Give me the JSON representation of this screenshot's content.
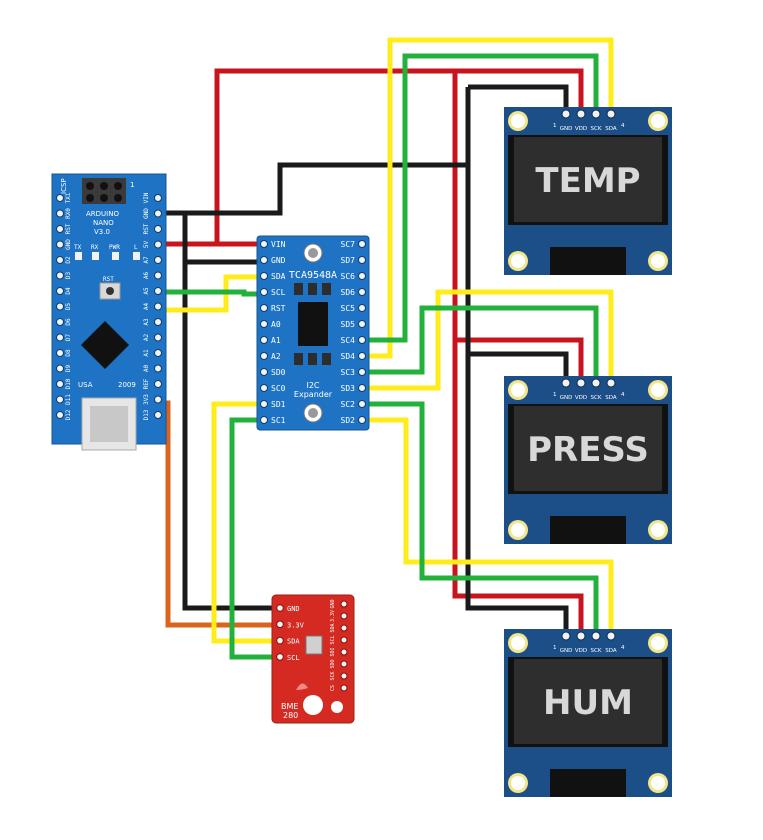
{
  "colors": {
    "wire_red": "#c8141e",
    "wire_black": "#1a1a1a",
    "wire_yellow": "#ffec1a",
    "wire_green": "#22b23c",
    "wire_orange": "#d9641e",
    "board_blue": "#1f73c4",
    "oled_blue": "#1c4f88",
    "sensor_red": "#d42a22"
  },
  "arduino": {
    "name": "ARDUINO NANO V3.0",
    "line1": "ARDUINO",
    "line2": "NANO",
    "line3": "V3.0",
    "icsp": "ICSP",
    "pin1": "1",
    "usa": "USA",
    "year": "2009",
    "rst": "RST",
    "tx": "TX",
    "rx": "RX",
    "pwr": "PWR",
    "l": "L",
    "left_pins": [
      "TX1",
      "RX0",
      "RST",
      "GND",
      "D2",
      "D3",
      "D4",
      "D5",
      "D6",
      "D7",
      "D8",
      "D9",
      "D10",
      "D11",
      "D12"
    ],
    "right_pins": [
      "VIN",
      "GND",
      "RST",
      "5V",
      "A7",
      "A6",
      "A5",
      "A4",
      "A3",
      "A2",
      "A1",
      "A0",
      "REF",
      "3V3",
      "D13"
    ]
  },
  "expander": {
    "chip": "TCA9548A",
    "subtitle1": "I2C",
    "subtitle2": "Expander",
    "left_pins": [
      "VIN",
      "GND",
      "SDA",
      "SCL",
      "RST",
      "A0",
      "A1",
      "A2",
      "SD0",
      "SC0",
      "SD1",
      "SC1"
    ],
    "right_pins": [
      "SC7",
      "SD7",
      "SC6",
      "SD6",
      "SC5",
      "SD5",
      "SC4",
      "SD4",
      "SC3",
      "SD3",
      "SC2",
      "SD2"
    ]
  },
  "sensor": {
    "name": "BME 280",
    "line1": "BME",
    "line2": "280",
    "left_pins": [
      "GND",
      "3.3V",
      "SDA",
      "SCL"
    ],
    "top_pins": [
      "GND",
      "3.3V",
      "SDA",
      "SCL",
      "SDI",
      "SDO",
      "SCK",
      "CS"
    ]
  },
  "displays": [
    {
      "label": "TEMP"
    },
    {
      "label": "PRESS"
    },
    {
      "label": "HUM"
    }
  ],
  "oled_pins": {
    "pin1": "1",
    "pin4": "4",
    "names": [
      "GND",
      "VDD",
      "SCK",
      "SDA"
    ]
  }
}
